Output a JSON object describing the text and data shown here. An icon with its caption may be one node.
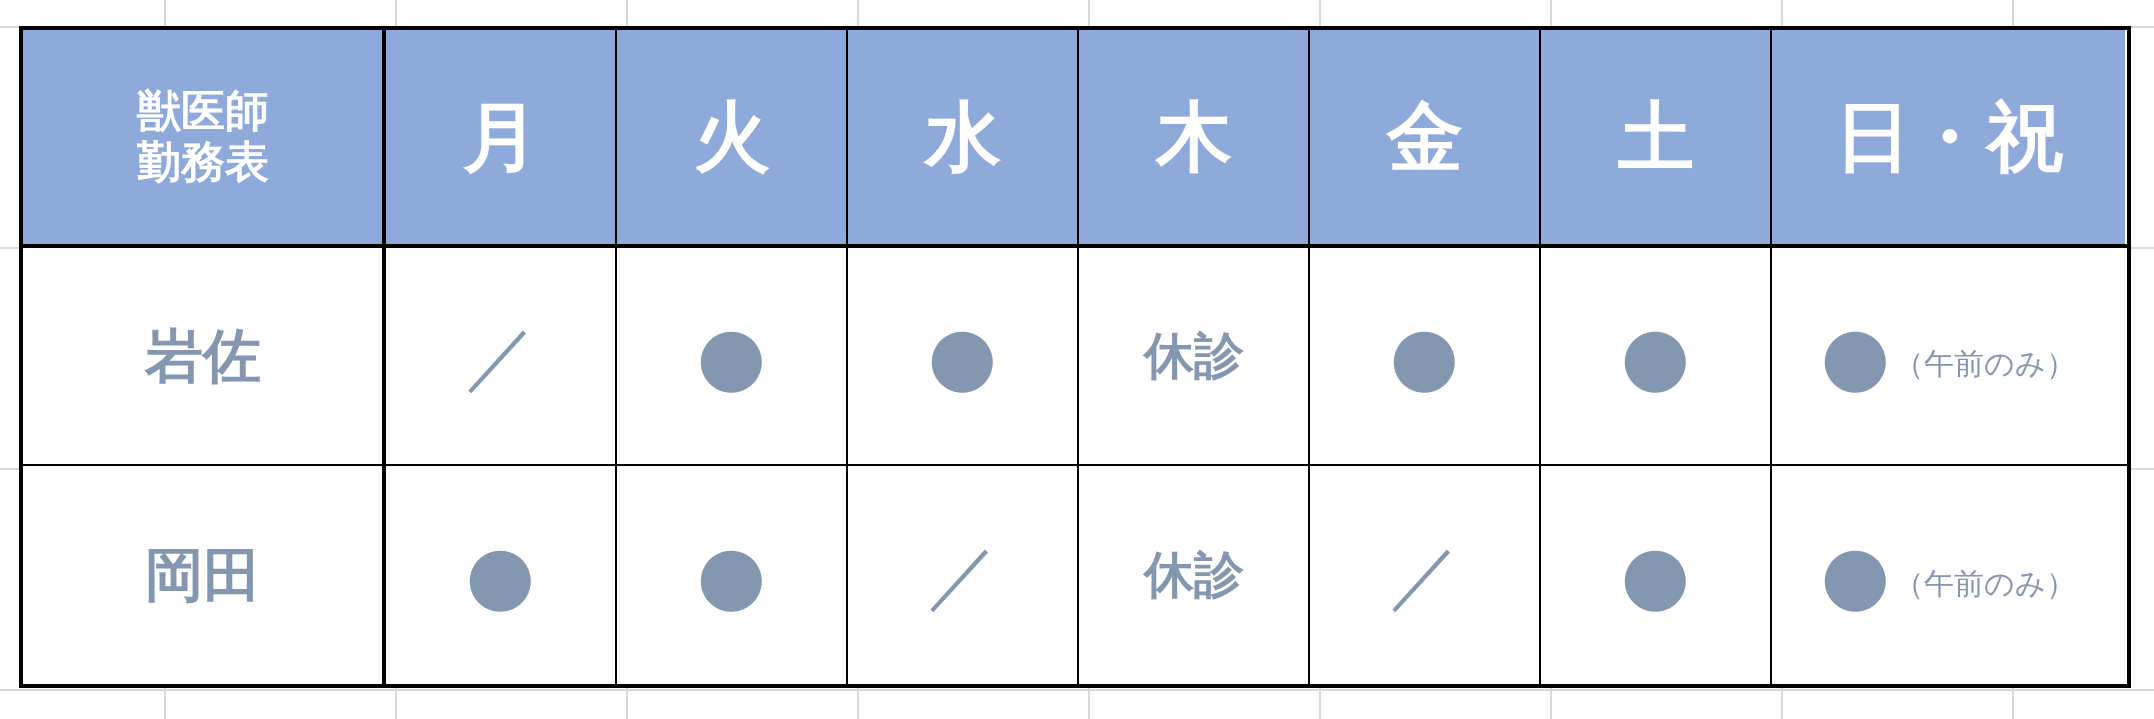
{
  "diagram": {
    "labels": [
      "獣医師勤務表",
      "月",
      "火",
      "水",
      "木",
      "金",
      "土",
      "日・祝",
      "岩佐",
      "／",
      "●",
      "●",
      "休診",
      "●",
      "●",
      "●",
      "（午前のみ）",
      "岡田",
      "●",
      "●",
      "／",
      "休診",
      "／",
      "●",
      "●",
      "（午前のみ）"
    ]
  }
}
